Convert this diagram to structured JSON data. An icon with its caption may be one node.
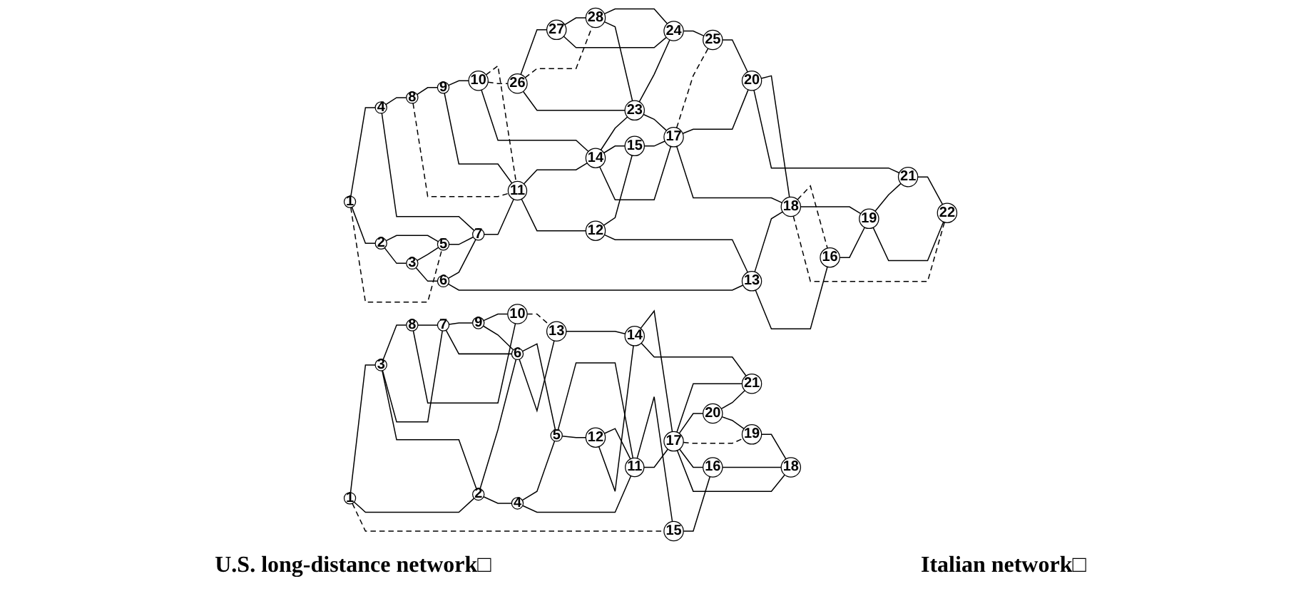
{
  "diagram": {
    "nodes": [
      {
        "text": [
          "1"
        ]
      },
      {
        "text": [
          "2"
        ]
      },
      {
        "text": [
          "3"
        ]
      },
      {
        "text": [
          "4"
        ]
      },
      {
        "text": [
          "5"
        ]
      },
      {
        "text": [
          "6"
        ]
      },
      {
        "text": [
          "7"
        ]
      },
      {
        "text": [
          "8"
        ]
      },
      {
        "text": [
          "9"
        ]
      },
      {
        "text": [
          "10"
        ]
      },
      {
        "text": [
          "11"
        ]
      },
      {
        "text": [
          "12"
        ]
      },
      {
        "text": [
          "13"
        ]
      },
      {
        "text": [
          "14"
        ]
      },
      {
        "text": [
          "15"
        ]
      },
      {
        "text": [
          "16"
        ]
      },
      {
        "text": [
          "17"
        ]
      },
      {
        "text": [
          "18"
        ]
      },
      {
        "text": [
          "19"
        ]
      },
      {
        "text": [
          "20"
        ]
      },
      {
        "text": [
          "21"
        ]
      },
      {
        "text": [
          "22"
        ]
      },
      {
        "text": [
          "23"
        ]
      },
      {
        "text": [
          "24"
        ]
      },
      {
        "text": [
          "25"
        ]
      },
      {
        "text": [
          "26"
        ]
      },
      {
        "text": [
          "27"
        ]
      },
      {
        "text": [
          "28"
        ]
      },
      {
        "text": [
          "1"
        ]
      },
      {
        "text": [
          "2"
        ]
      },
      {
        "text": [
          "3"
        ]
      },
      {
        "text": [
          "4"
        ]
      },
      {
        "text": [
          "5"
        ]
      },
      {
        "text": [
          "6"
        ]
      },
      {
        "text": [
          "7"
        ]
      },
      {
        "text": [
          "8"
        ]
      },
      {
        "text": [
          "9"
        ]
      },
      {
        "text": [
          "10"
        ]
      },
      {
        "text": [
          "11"
        ]
      },
      {
        "text": [
          "12"
        ]
      },
      {
        "text": [
          "13"
        ]
      },
      {
        "text": [
          "14"
        ]
      },
      {
        "text": [
          "15"
        ]
      },
      {
        "text": [
          "16"
        ]
      },
      {
        "text": [
          "17"
        ]
      },
      {
        "text": [
          "18"
        ]
      },
      {
        "text": [
          "19"
        ]
      },
      {
        "text": [
          "20"
        ]
      },
      {
        "text": [
          "21"
        ]
      }
    ],
    "edges": [
      {
        "from": 0,
        "to": 3,
        "arrow": "none"
      },
      {
        "from": 0,
        "to": 1,
        "arrow": "none"
      },
      {
        "from": 0,
        "to": 4,
        "arrow": "none",
        "style": "dashed"
      },
      {
        "from": 1,
        "to": 4,
        "arrow": "none"
      },
      {
        "from": 1,
        "to": 2,
        "arrow": "none"
      },
      {
        "from": 2,
        "to": 4,
        "arrow": "none"
      },
      {
        "from": 2,
        "to": 5,
        "arrow": "none"
      },
      {
        "from": 3,
        "to": 7,
        "arrow": "none"
      },
      {
        "from": 3,
        "to": 6,
        "arrow": "none"
      },
      {
        "from": 4,
        "to": 6,
        "arrow": "none"
      },
      {
        "from": 6,
        "to": 10,
        "arrow": "none"
      },
      {
        "from": 5,
        "to": 6,
        "arrow": "none"
      },
      {
        "from": 5,
        "to": 12,
        "arrow": "none"
      },
      {
        "from": 7,
        "to": 8,
        "arrow": "none"
      },
      {
        "from": 7,
        "to": 10,
        "arrow": "none",
        "style": "dashed"
      },
      {
        "from": 8,
        "to": 9,
        "arrow": "none"
      },
      {
        "from": 8,
        "to": 10,
        "arrow": "none"
      },
      {
        "from": 9,
        "to": 10,
        "arrow": "none",
        "style": "dashed"
      },
      {
        "from": 9,
        "to": 25,
        "arrow": "none",
        "style": "dashed"
      },
      {
        "from": 9,
        "to": 13,
        "arrow": "none"
      },
      {
        "from": 10,
        "to": 13,
        "arrow": "none"
      },
      {
        "from": 10,
        "to": 11,
        "arrow": "none"
      },
      {
        "from": 11,
        "to": 14,
        "arrow": "none"
      },
      {
        "from": 11,
        "to": 12,
        "arrow": "none"
      },
      {
        "from": 12,
        "to": 17,
        "arrow": "none"
      },
      {
        "from": 12,
        "to": 15,
        "arrow": "none"
      },
      {
        "from": 13,
        "to": 22,
        "arrow": "none"
      },
      {
        "from": 13,
        "to": 14,
        "arrow": "none"
      },
      {
        "from": 13,
        "to": 16,
        "arrow": "none"
      },
      {
        "from": 14,
        "to": 16,
        "arrow": "none"
      },
      {
        "from": 25,
        "to": 26,
        "arrow": "none"
      },
      {
        "from": 25,
        "to": 27,
        "arrow": "none",
        "style": "dashed"
      },
      {
        "from": 25,
        "to": 22,
        "arrow": "none"
      },
      {
        "from": 26,
        "to": 27,
        "arrow": "none"
      },
      {
        "from": 26,
        "to": 23,
        "arrow": "none"
      },
      {
        "from": 27,
        "to": 23,
        "arrow": "none"
      },
      {
        "from": 27,
        "to": 22,
        "arrow": "none"
      },
      {
        "from": 22,
        "to": 23,
        "arrow": "none"
      },
      {
        "from": 22,
        "to": 16,
        "arrow": "none"
      },
      {
        "from": 23,
        "to": 24,
        "arrow": "none"
      },
      {
        "from": 16,
        "to": 24,
        "arrow": "none",
        "style": "dashed"
      },
      {
        "from": 16,
        "to": 19,
        "arrow": "none"
      },
      {
        "from": 16,
        "to": 17,
        "arrow": "none"
      },
      {
        "from": 24,
        "to": 19,
        "arrow": "none"
      },
      {
        "from": 19,
        "to": 17,
        "arrow": "none"
      },
      {
        "from": 19,
        "to": 20,
        "arrow": "none"
      },
      {
        "from": 17,
        "to": 15,
        "arrow": "none",
        "style": "dashed"
      },
      {
        "from": 17,
        "to": 18,
        "arrow": "none"
      },
      {
        "from": 17,
        "to": 21,
        "arrow": "none",
        "style": "dashed"
      },
      {
        "from": 15,
        "to": 18,
        "arrow": "none"
      },
      {
        "from": 18,
        "to": 20,
        "arrow": "none"
      },
      {
        "from": 18,
        "to": 21,
        "arrow": "none"
      },
      {
        "from": 20,
        "to": 21,
        "arrow": "none"
      },
      {
        "from": 28,
        "to": 30,
        "arrow": "none"
      },
      {
        "from": 28,
        "to": 29,
        "arrow": "none"
      },
      {
        "from": 28,
        "to": 42,
        "arrow": "none",
        "style": "dashed"
      },
      {
        "from": 30,
        "to": 35,
        "arrow": "none"
      },
      {
        "from": 30,
        "to": 34,
        "arrow": "none"
      },
      {
        "from": 30,
        "to": 29,
        "arrow": "none"
      },
      {
        "from": 35,
        "to": 34,
        "arrow": "none"
      },
      {
        "from": 35,
        "to": 37,
        "arrow": "none"
      },
      {
        "from": 34,
        "to": 36,
        "arrow": "none"
      },
      {
        "from": 34,
        "to": 33,
        "arrow": "none"
      },
      {
        "from": 36,
        "to": 37,
        "arrow": "none"
      },
      {
        "from": 36,
        "to": 33,
        "arrow": "none"
      },
      {
        "from": 29,
        "to": 33,
        "arrow": "none"
      },
      {
        "from": 29,
        "to": 31,
        "arrow": "none"
      },
      {
        "from": 33,
        "to": 32,
        "arrow": "none"
      },
      {
        "from": 33,
        "to": 40,
        "arrow": "none"
      },
      {
        "from": 37,
        "to": 40,
        "arrow": "none",
        "style": "dashed"
      },
      {
        "from": 31,
        "to": 32,
        "arrow": "none"
      },
      {
        "from": 31,
        "to": 38,
        "arrow": "none"
      },
      {
        "from": 32,
        "to": 38,
        "arrow": "none"
      },
      {
        "from": 32,
        "to": 39,
        "arrow": "none"
      },
      {
        "from": 39,
        "to": 38,
        "arrow": "none"
      },
      {
        "from": 39,
        "to": 41,
        "arrow": "none"
      },
      {
        "from": 40,
        "to": 41,
        "arrow": "none"
      },
      {
        "from": 41,
        "to": 44,
        "arrow": "none"
      },
      {
        "from": 41,
        "to": 48,
        "arrow": "none"
      },
      {
        "from": 38,
        "to": 42,
        "arrow": "none"
      },
      {
        "from": 38,
        "to": 44,
        "arrow": "none"
      },
      {
        "from": 42,
        "to": 43,
        "arrow": "none"
      },
      {
        "from": 44,
        "to": 48,
        "arrow": "none"
      },
      {
        "from": 44,
        "to": 47,
        "arrow": "none"
      },
      {
        "from": 44,
        "to": 46,
        "arrow": "none",
        "style": "dashed"
      },
      {
        "from": 44,
        "to": 43,
        "arrow": "none"
      },
      {
        "from": 44,
        "to": 45,
        "arrow": "none"
      },
      {
        "from": 47,
        "to": 48,
        "arrow": "none"
      },
      {
        "from": 47,
        "to": 46,
        "arrow": "none"
      },
      {
        "from": 46,
        "to": 45,
        "arrow": "none"
      },
      {
        "from": 43,
        "to": 45,
        "arrow": "none"
      }
    ],
    "labels": [
      "U.S. long-distance network□",
      "Italian network□"
    ]
  }
}
